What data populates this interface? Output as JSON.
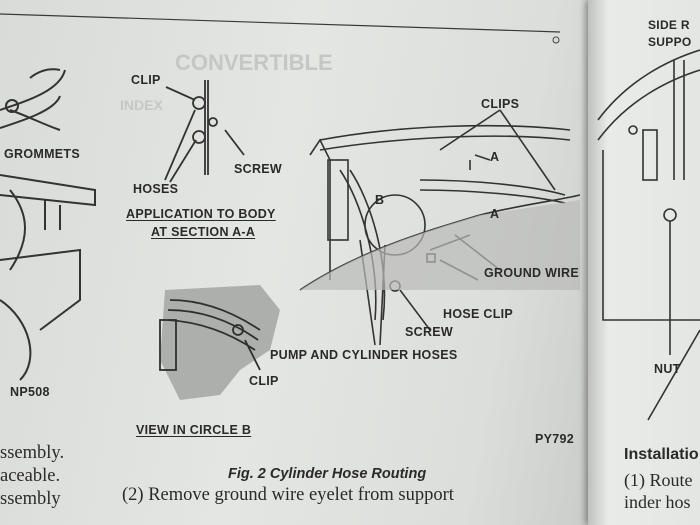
{
  "labels": {
    "clip_top": "CLIP",
    "screw_top": "SCREW",
    "hoses": "HOSES",
    "application_line1": "APPLICATION TO BODY",
    "application_line2": "AT SECTION A-A",
    "grommets": "GROMMETS",
    "clips": "CLIPS",
    "section_a_upper": "A",
    "section_a_lower": "A",
    "circle_b": "B",
    "ground_wire": "GROUND WIRE",
    "hose_clip": "HOSE CLIP",
    "screw_mid": "SCREW",
    "pump_cylinder_hoses": "PUMP AND CYLINDER HOSES",
    "clip_lower": "CLIP",
    "view_circle_b": "VIEW IN CIRCLE B",
    "np_code": "NP508",
    "py_code": "PY792"
  },
  "caption": "Fig. 2 Cylinder Hose Routing",
  "body": {
    "step_text": "(2)  Remove  ground  wire  eyelet  from  support",
    "left_fragments": [
      "ssembly.",
      "aceable.",
      "ssembly"
    ]
  },
  "right_page": {
    "top_label1": "SIDE R",
    "top_label2": "SUPPO",
    "nut_label": "NUT",
    "heading": "Installatio",
    "line1": "(1)  Route",
    "line2": "inder hos"
  }
}
